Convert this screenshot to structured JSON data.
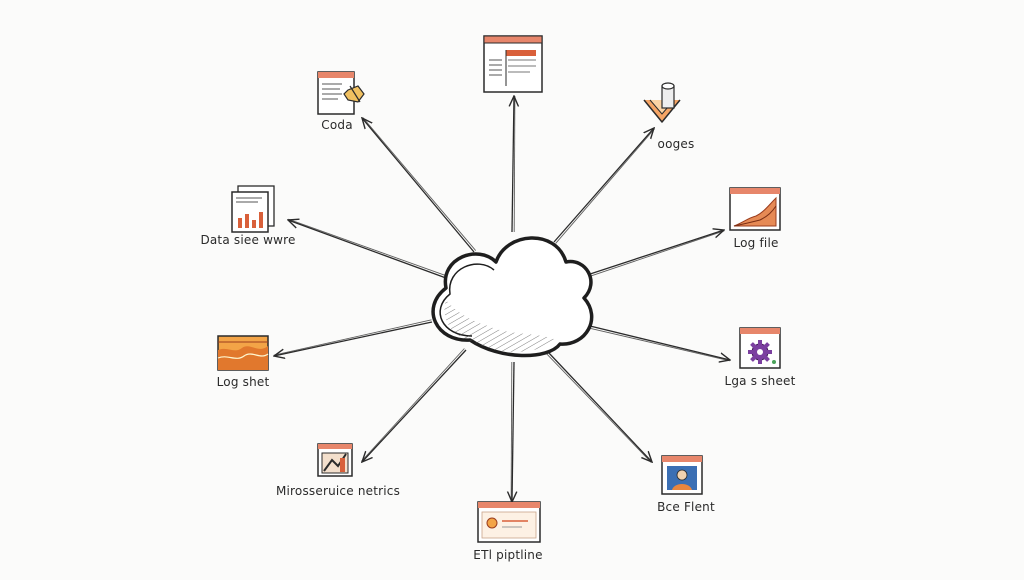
{
  "colors": {
    "ink": "#2b2b2b",
    "accent": "#d9603a",
    "fill": "#f0a15a",
    "purple": "#7b3fa0",
    "blue": "#3b6fb4"
  },
  "nodes": [
    {
      "id": "top",
      "label": "",
      "icon": "dashboard-window-icon"
    },
    {
      "id": "coda",
      "label": "Coda",
      "icon": "document-with-cursor-icon"
    },
    {
      "id": "ooges",
      "label": "ooges",
      "icon": "funnel-icon"
    },
    {
      "id": "dsw",
      "label": "Data siee wwre",
      "icon": "bar-report-icon"
    },
    {
      "id": "logf",
      "label": "Log file",
      "icon": "area-chart-window-icon"
    },
    {
      "id": "logs",
      "label": "Log shet",
      "icon": "orange-chart-icon"
    },
    {
      "id": "lgas",
      "label": "Lga s sheet",
      "icon": "gear-window-icon"
    },
    {
      "id": "micro",
      "label": "Mirosseruice netrics",
      "icon": "metrics-chart-icon"
    },
    {
      "id": "bce",
      "label": "Bce Flent",
      "icon": "user-window-icon"
    },
    {
      "id": "etl",
      "label": "ETl piptline",
      "icon": "pipeline-window-icon"
    }
  ]
}
